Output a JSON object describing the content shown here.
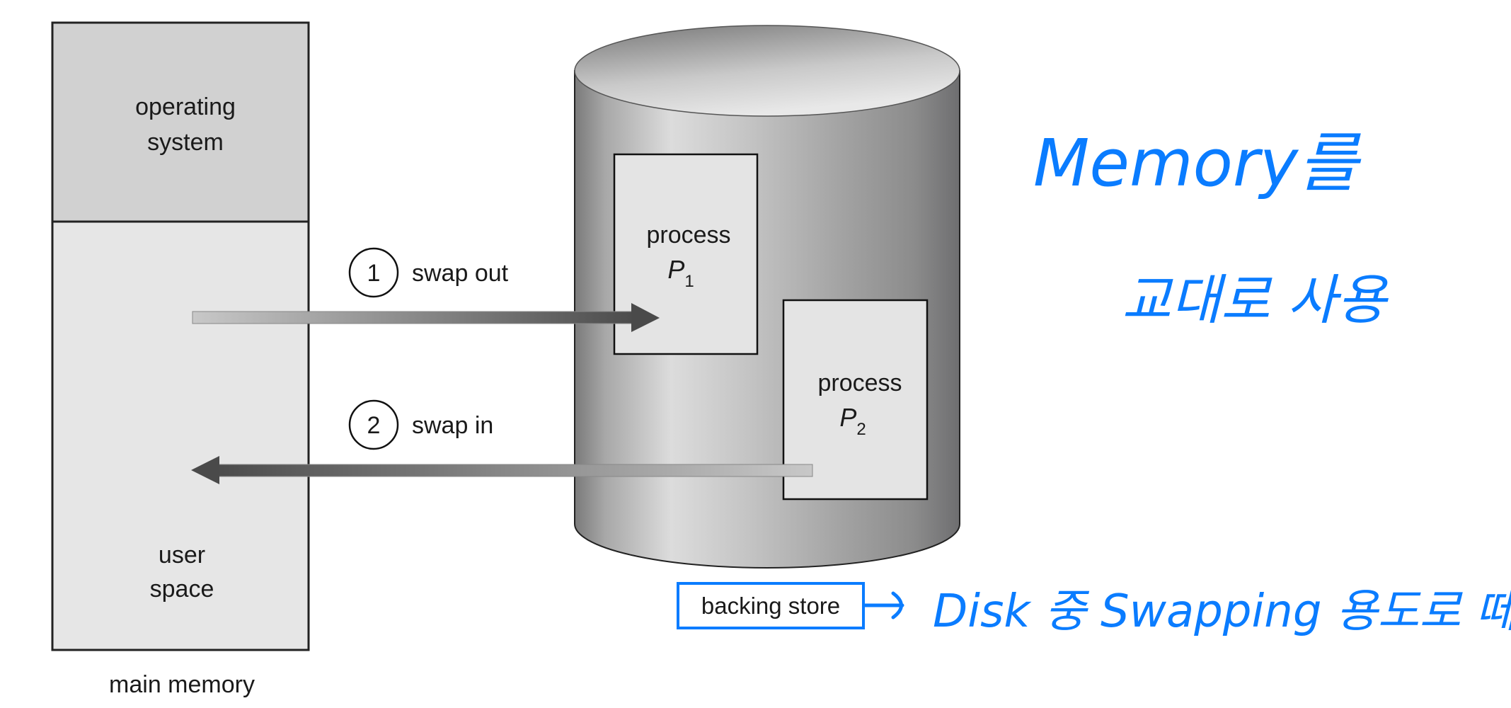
{
  "diagram": {
    "main_memory": {
      "caption": "main memory",
      "os_region": [
        "operating",
        "system"
      ],
      "user_region": [
        "user",
        "space"
      ],
      "os_fill": "#d1d1d1",
      "user_fill": "#e6e6e6"
    },
    "steps": [
      {
        "number": "1",
        "label": "swap out"
      },
      {
        "number": "2",
        "label": "swap in"
      }
    ],
    "backing_store": {
      "label": "backing store",
      "processes": [
        {
          "name": "process",
          "symbol": "P",
          "subscript": "1"
        },
        {
          "name": "process",
          "symbol": "P",
          "subscript": "2"
        }
      ]
    }
  },
  "annotations": {
    "color": "#0a7cff",
    "note_1_line_1": "Memory를",
    "note_1_line_2": "교대로 사용",
    "note_2": "Disk 중 Swapping 용도로 떼놓음"
  }
}
